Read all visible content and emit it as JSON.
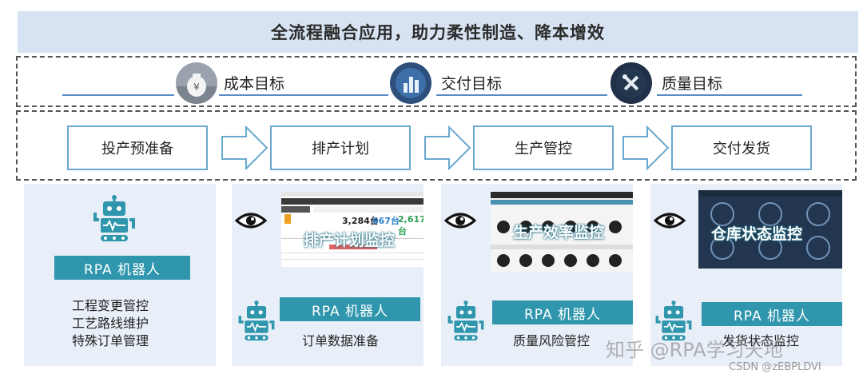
{
  "title": "全流程融合应用，助力柔性制造、降本增效",
  "goals": [
    {
      "label": "成本目标",
      "icon": "money-bag-icon"
    },
    {
      "label": "交付目标",
      "icon": "bar-chart-icon"
    },
    {
      "label": "质量目标",
      "icon": "tools-icon"
    }
  ],
  "steps": [
    "投产预准备",
    "排产计划",
    "生产管控",
    "交付发货"
  ],
  "panels": [
    {
      "rpa_label": "RPA 机器人",
      "tasks": [
        "工程变更管控",
        "工艺路线维护",
        "特殊订单管理"
      ]
    },
    {
      "rpa_label": "RPA 机器人",
      "monitor_label": "排产计划监控",
      "task": "订单数据准备",
      "stats": [
        "3,284台",
        "667台",
        "2,617台"
      ]
    },
    {
      "rpa_label": "RPA 机器人",
      "monitor_label": "生产效率监控",
      "task": "质量风险管控"
    },
    {
      "rpa_label": "RPA 机器人",
      "monitor_label": "仓库状态监控",
      "task": "发货状态监控"
    }
  ],
  "watermark": {
    "main": "知乎 @RPA学习天地",
    "sub": "CSDN @zEBPLDVI"
  },
  "colors": {
    "accent": "#2f96ad",
    "band": "#d7e3f2",
    "panel": "#e9eff8",
    "step_border": "#6aa9cf"
  }
}
